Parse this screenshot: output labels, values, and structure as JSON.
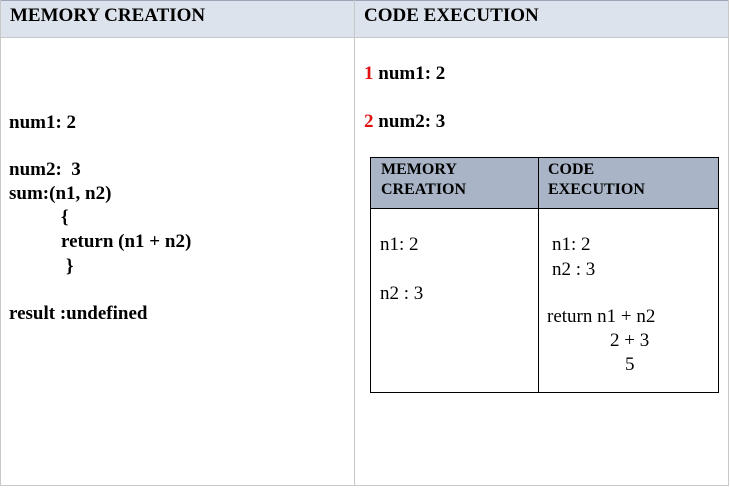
{
  "headers": {
    "memory_creation": "MEMORY CREATION",
    "code_execution": "CODE EXECUTION"
  },
  "memory": {
    "num1": "num1: 2",
    "num2": "num2:  3",
    "sum": "sum:(n1, n2)",
    "open_brace": "{",
    "return_line": "return (n1 + n2)",
    "close_brace": "}",
    "result": "result :undefined"
  },
  "execution": {
    "steps": [
      {
        "number": "1",
        "text": "num1: 2"
      },
      {
        "number": "2",
        "text": "num2: 3"
      }
    ]
  },
  "inner_table": {
    "header_memory": "MEMORY\nCREATION",
    "header_code": "CODE\nEXECUTION",
    "memory_n1": "n1: 2",
    "memory_n2": "n2 : 3",
    "code_n1": "n1: 2",
    "code_n2": "n2 : 3",
    "code_return": "return n1 + n2",
    "code_sum": "2 + 3",
    "code_result": "5"
  }
}
